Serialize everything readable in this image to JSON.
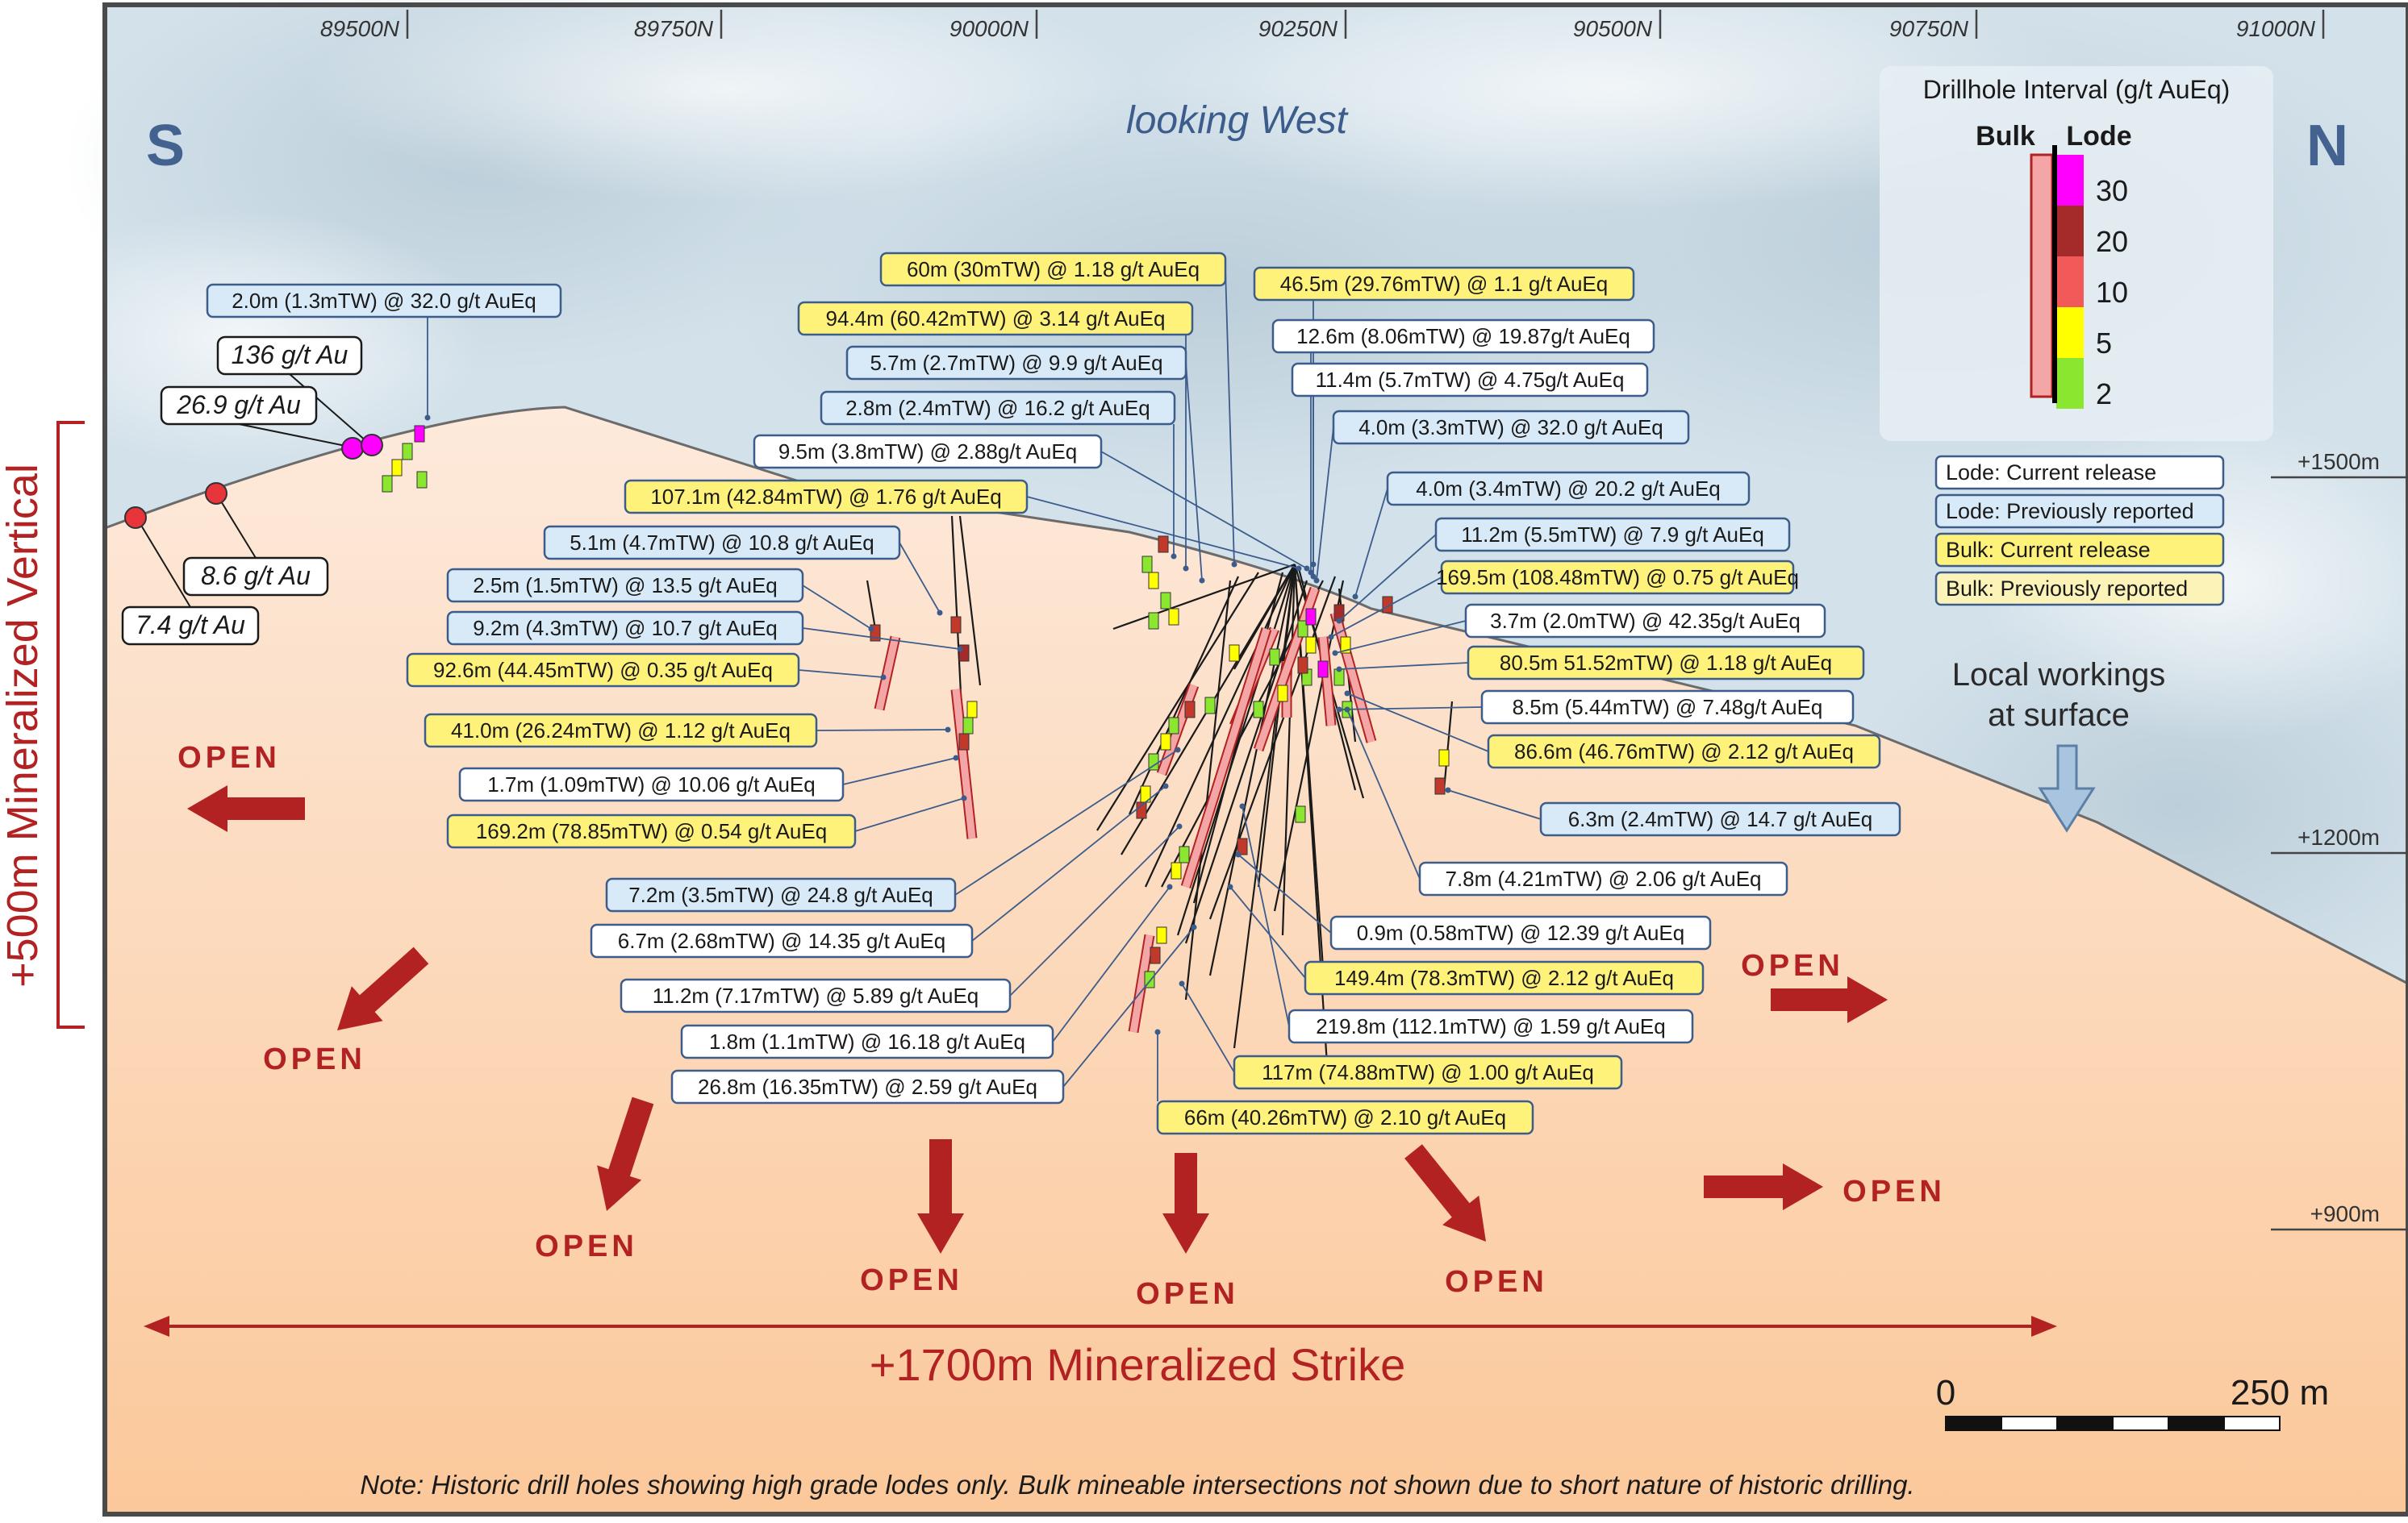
{
  "view_label": "looking West",
  "compass": {
    "south": "S",
    "north": "N"
  },
  "northings": [
    "89500N",
    "89750N",
    "90000N",
    "90250N",
    "90500N",
    "90750N",
    "91000N"
  ],
  "elevations": [
    "+1500m",
    "+1200m",
    "+900m"
  ],
  "legend": {
    "title": "Drillhole Interval (g/t AuEq)",
    "bulk_label": "Bulk",
    "lode_label": "Lode",
    "grades": [
      "30",
      "20",
      "10",
      "5",
      "2"
    ],
    "grade_colors": [
      "#ff00ff",
      "#a52a2a",
      "#f25a5a",
      "#ffff00",
      "#8ae62e"
    ],
    "bulk_color": "#f4a6a6",
    "key": [
      {
        "label": "Lode: Current release",
        "fill": "#ffffff"
      },
      {
        "label": "Lode: Previously reported",
        "fill": "#d8eaf8"
      },
      {
        "label": "Bulk: Current release",
        "fill": "#fff27a"
      },
      {
        "label": "Bulk: Previously reported",
        "fill": "#fbf3b8"
      }
    ]
  },
  "surface_samples": [
    "136 g/t Au",
    "26.9 g/t Au",
    "8.6 g/t Au",
    "7.4 g/t Au"
  ],
  "intervals": [
    {
      "text": "2.0m (1.3mTW) @ 32.0 g/t AuEq",
      "kind": "lode_prev"
    },
    {
      "text": "60m (30mTW) @ 1.18 g/t AuEq",
      "kind": "bulk_cur"
    },
    {
      "text": "94.4m (60.42mTW) @ 3.14 g/t AuEq",
      "kind": "bulk_cur"
    },
    {
      "text": "5.7m (2.7mTW) @ 9.9 g/t AuEq",
      "kind": "lode_prev"
    },
    {
      "text": "2.8m (2.4mTW) @ 16.2 g/t AuEq",
      "kind": "lode_prev"
    },
    {
      "text": "9.5m (3.8mTW) @ 2.88g/t AuEq",
      "kind": "lode_cur"
    },
    {
      "text": "107.1m (42.84mTW) @ 1.76 g/t AuEq",
      "kind": "bulk_cur"
    },
    {
      "text": "5.1m (4.7mTW) @ 10.8 g/t AuEq",
      "kind": "lode_prev"
    },
    {
      "text": "2.5m (1.5mTW) @ 13.5 g/t AuEq",
      "kind": "lode_prev"
    },
    {
      "text": "9.2m (4.3mTW) @ 10.7 g/t AuEq",
      "kind": "lode_prev"
    },
    {
      "text": "92.6m (44.45mTW) @ 0.35 g/t AuEq",
      "kind": "bulk_cur"
    },
    {
      "text": "41.0m (26.24mTW) @ 1.12 g/t AuEq",
      "kind": "bulk_cur"
    },
    {
      "text": "1.7m (1.09mTW) @ 10.06 g/t AuEq",
      "kind": "lode_cur"
    },
    {
      "text": "169.2m (78.85mTW) @ 0.54 g/t AuEq",
      "kind": "bulk_cur"
    },
    {
      "text": "46.5m (29.76mTW) @ 1.1 g/t AuEq",
      "kind": "bulk_cur"
    },
    {
      "text": "12.6m (8.06mTW) @ 19.87g/t AuEq",
      "kind": "lode_cur"
    },
    {
      "text": "11.4m (5.7mTW) @ 4.75g/t AuEq",
      "kind": "lode_cur"
    },
    {
      "text": "4.0m (3.3mTW) @ 32.0 g/t AuEq",
      "kind": "lode_prev"
    },
    {
      "text": "4.0m (3.4mTW) @ 20.2 g/t AuEq",
      "kind": "lode_prev"
    },
    {
      "text": "11.2m (5.5mTW) @ 7.9 g/t AuEq",
      "kind": "lode_prev"
    },
    {
      "text": "169.5m (108.48mTW) @ 0.75 g/t AuEq",
      "kind": "bulk_cur"
    },
    {
      "text": "3.7m (2.0mTW) @ 42.35g/t AuEq",
      "kind": "lode_cur"
    },
    {
      "text": "80.5m 51.52mTW) @ 1.18 g/t AuEq",
      "kind": "bulk_cur"
    },
    {
      "text": "8.5m (5.44mTW) @ 7.48g/t AuEq",
      "kind": "lode_cur"
    },
    {
      "text": "86.6m (46.76mTW) @ 2.12 g/t AuEq",
      "kind": "bulk_cur"
    },
    {
      "text": "6.3m (2.4mTW) @ 14.7 g/t AuEq",
      "kind": "lode_prev"
    },
    {
      "text": "7.8m (4.21mTW) @ 2.06 g/t AuEq",
      "kind": "lode_cur"
    },
    {
      "text": "7.2m (3.5mTW) @ 24.8 g/t AuEq",
      "kind": "lode_prev"
    },
    {
      "text": "6.7m (2.68mTW) @ 14.35 g/t AuEq",
      "kind": "lode_cur"
    },
    {
      "text": "11.2m (7.17mTW) @ 5.89 g/t AuEq",
      "kind": "lode_cur"
    },
    {
      "text": "1.8m (1.1mTW) @ 16.18 g/t AuEq",
      "kind": "lode_cur"
    },
    {
      "text": "26.8m (16.35mTW) @ 2.59 g/t AuEq",
      "kind": "lode_cur"
    },
    {
      "text": "0.9m (0.58mTW) @ 12.39 g/t AuEq",
      "kind": "lode_cur"
    },
    {
      "text": "149.4m (78.3mTW) @ 2.12 g/t AuEq",
      "kind": "bulk_cur"
    },
    {
      "text": "219.8m (112.1mTW) @ 1.59 g/t AuEq",
      "kind": "lode_cur"
    },
    {
      "text": "117m (74.88mTW) @ 1.00 g/t AuEq",
      "kind": "bulk_cur"
    },
    {
      "text": "66m (40.26mTW) @ 2.10 g/t AuEq",
      "kind": "bulk_cur"
    }
  ],
  "open_label": "OPEN",
  "vertical_extent": "+500m Mineralized Vertical",
  "strike_extent": "+1700m Mineralized Strike",
  "workings_label": [
    "Local workings",
    "at surface"
  ],
  "scale_bar": {
    "start": "0",
    "end": "250 m"
  },
  "note": "Note: Historic drill holes showing high grade lodes only. Bulk mineable intersections not shown due to short nature of historic drilling.",
  "colors": {
    "sky": "#cfdfe8",
    "ground_top": "#fdeadc",
    "ground_bottom": "#fbc89a",
    "accent_red": "#b22222",
    "box_border": "#3c5c8c"
  }
}
